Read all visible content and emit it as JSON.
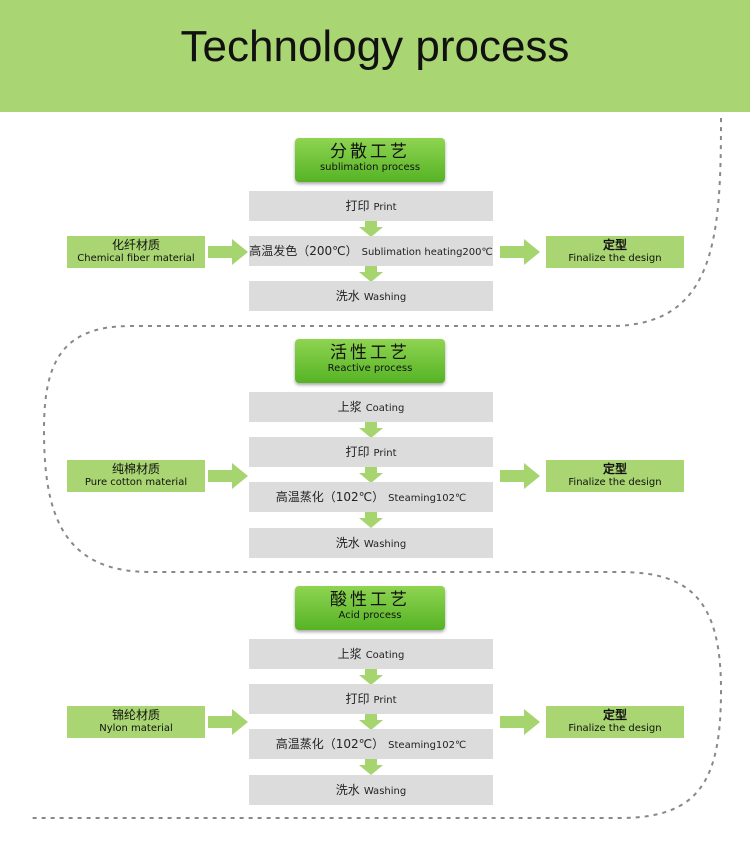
{
  "page_title": "Technology process",
  "colors": {
    "header": "#a9d572",
    "title_box": "#6cc23a",
    "step_box": "#dcdcdc",
    "arrow": "#a6d46f",
    "dash": "#888888"
  },
  "processes": [
    {
      "title_zh": "分散工艺",
      "title_en": "sublimation process",
      "material": {
        "zh": "化纤材质",
        "en": "Chemical fiber material"
      },
      "result": {
        "zh": "定型",
        "en": "Finalize the design"
      },
      "steps": [
        {
          "zh": "打印",
          "en": "Print"
        },
        {
          "zh": "高温发色（200℃）",
          "en": "Sublimation heating200℃"
        },
        {
          "zh": "洗水",
          "en": "Washing"
        }
      ]
    },
    {
      "title_zh": "活性工艺",
      "title_en": "Reactive process",
      "material": {
        "zh": "纯棉材质",
        "en": "Pure cotton material"
      },
      "result": {
        "zh": "定型",
        "en": "Finalize the design"
      },
      "steps": [
        {
          "zh": "上浆",
          "en": "Coating"
        },
        {
          "zh": "打印",
          "en": "Print"
        },
        {
          "zh": "高温蒸化（102℃）",
          "en": "Steaming102℃"
        },
        {
          "zh": "洗水",
          "en": "Washing"
        }
      ]
    },
    {
      "title_zh": "酸性工艺",
      "title_en": "Acid process",
      "material": {
        "zh": "锦纶材质",
        "en": "Nylon material"
      },
      "result": {
        "zh": "定型",
        "en": "Finalize the design"
      },
      "steps": [
        {
          "zh": "上浆",
          "en": "Coating"
        },
        {
          "zh": "打印",
          "en": "Print"
        },
        {
          "zh": "高温蒸化（102℃）",
          "en": "Steaming102℃"
        },
        {
          "zh": "洗水",
          "en": "Washing"
        }
      ]
    }
  ]
}
